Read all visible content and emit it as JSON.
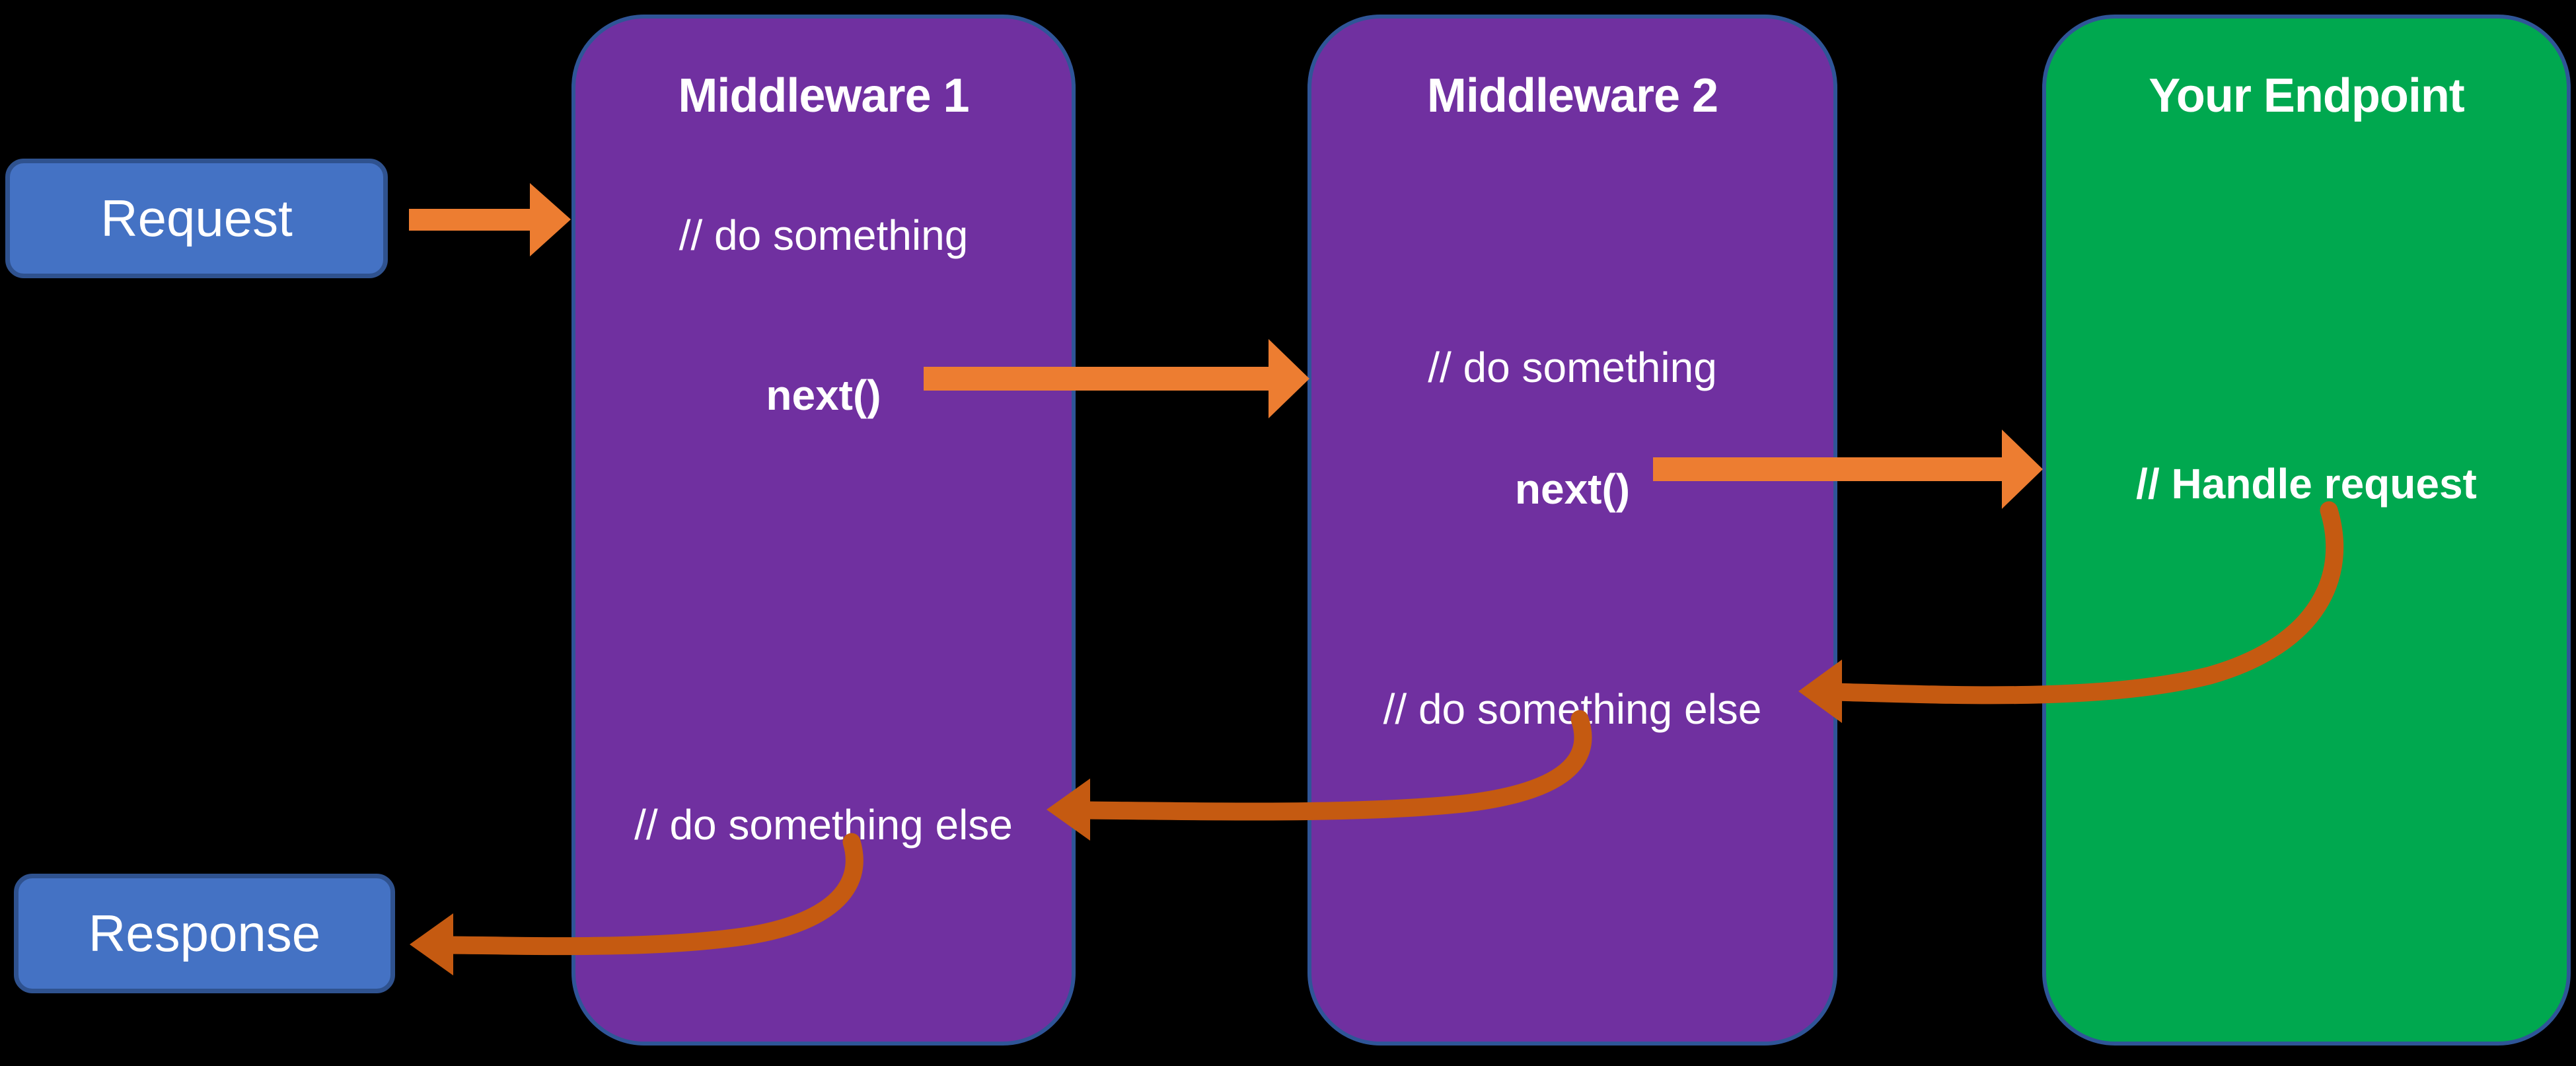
{
  "diagram": {
    "background_color": "#000000",
    "nodes": {
      "request": {
        "label": "Request",
        "fill": "#4472C4",
        "border": "#2F528F",
        "text_color": "#FFFFFF"
      },
      "response": {
        "label": "Response",
        "fill": "#4472C4",
        "border": "#2F528F",
        "text_color": "#FFFFFF"
      },
      "middleware1": {
        "title": "Middleware 1",
        "fill": "#7030A0",
        "border": "#2F5597",
        "lines": {
          "do_something": "// do something",
          "next_call": "next()",
          "do_something_else": "// do something else"
        }
      },
      "middleware2": {
        "title": "Middleware 2",
        "fill": "#7030A0",
        "border": "#2F5597",
        "lines": {
          "do_something": "// do something",
          "next_call": "next()",
          "do_something_else": "// do something else"
        }
      },
      "endpoint": {
        "title": "Your Endpoint",
        "fill": "#00A84F",
        "border": "#2F5597",
        "lines": {
          "handle_request": "// Handle request"
        }
      }
    },
    "arrows": {
      "forward_color": "#ED7D31",
      "return_color": "#C55A11",
      "flow": [
        "request-to-middleware1",
        "middleware1-next-to-middleware2",
        "middleware2-next-to-endpoint",
        "endpoint-return-to-middleware2",
        "middleware2-return-to-middleware1",
        "middleware1-return-to-response"
      ]
    }
  }
}
